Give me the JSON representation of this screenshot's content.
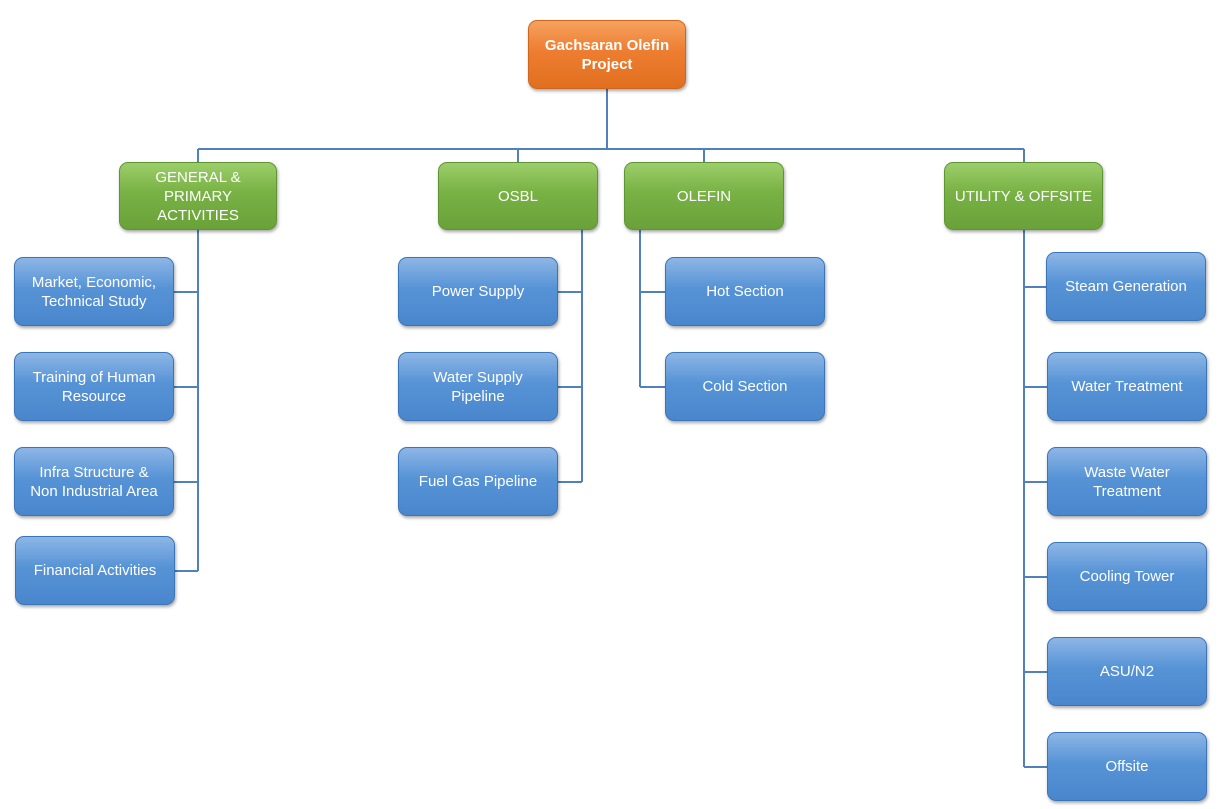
{
  "root": "Gachsaran Olefin\nProject",
  "categories": [
    {
      "label": "GENERAL & PRIMARY\nACTIVITIES",
      "items": [
        "Market, Economic,\nTechnical Study",
        "Training of  Human\nResource",
        "Infra Structure &\nNon Industrial Area",
        "Financial Activities"
      ]
    },
    {
      "label": "OSBL",
      "items": [
        "Power Supply",
        "Water Supply\nPipeline",
        "Fuel Gas Pipeline"
      ]
    },
    {
      "label": "OLEFIN",
      "items": [
        "Hot Section",
        "Cold Section"
      ]
    },
    {
      "label": "UTILITY & OFFSITE",
      "items": [
        "Steam Generation",
        "Water Treatment",
        "Waste Water\nTreatment",
        "Cooling Tower",
        "ASU/N2",
        "Offsite"
      ]
    }
  ],
  "colors": {
    "root": "#ee7d31",
    "category": "#78b144",
    "item": "#5693d6",
    "connector": "#4f81bd"
  }
}
